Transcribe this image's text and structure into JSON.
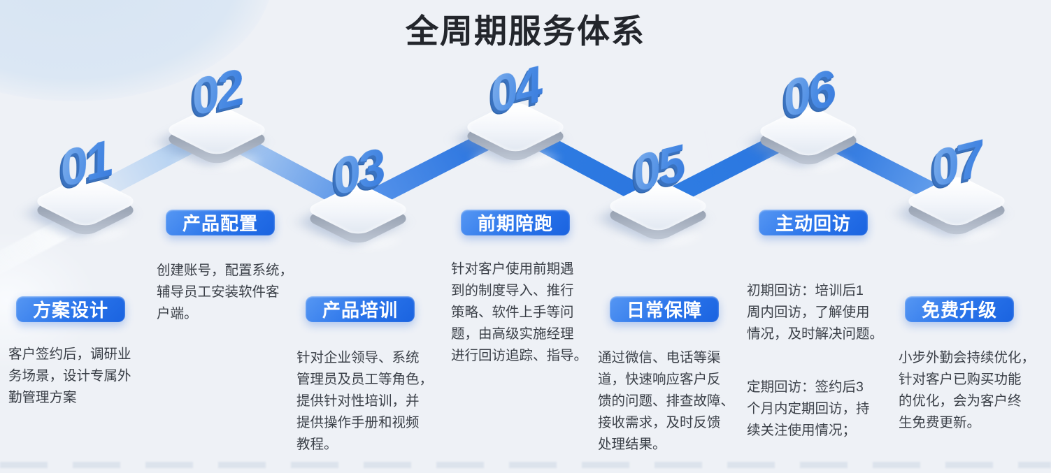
{
  "title": "全周期服务体系",
  "steps": [
    {
      "number": "01",
      "label": "方案设计",
      "description": "客户签约后，调研业\n务场景，设计专属外\n勤管理方案"
    },
    {
      "number": "02",
      "label": "产品配置",
      "description": "创建账号，配置系统，\n辅导员工安装软件客\n户端。"
    },
    {
      "number": "03",
      "label": "产品培训",
      "description": "针对企业领导、系统\n管理员及员工等角色，\n提供针对性培训，并\n提供操作手册和视频\n教程。"
    },
    {
      "number": "04",
      "label": "前期陪跑",
      "description": "针对客户使用前期遇\n到的制度导入、推行\n策略、软件上手等问\n题，由高级实施经理\n进行回访追踪、指导。"
    },
    {
      "number": "05",
      "label": "日常保障",
      "description": "通过微信、电话等渠\n道，快速响应客户反\n馈的问题、排查故障、\n接收需求，及时反馈\n处理结果。"
    },
    {
      "number": "06",
      "label": "主动回访",
      "description_part1": "初期回访：培训后1\n周内回访，了解使用\n情况，及时解决问题。",
      "description_part2": "定期回访：签约后3\n个月内定期回访，持\n续关注使用情况；"
    },
    {
      "number": "07",
      "label": "免费升级",
      "description": "小步外勤会持续优化，\n针对客户已购买功能\n的优化，会为客户终\n生免费更新。"
    }
  ],
  "colors": {
    "bg": "#eef1f6",
    "title": "#23262c",
    "body-text": "#3b4048",
    "accent": "#2374e1"
  }
}
